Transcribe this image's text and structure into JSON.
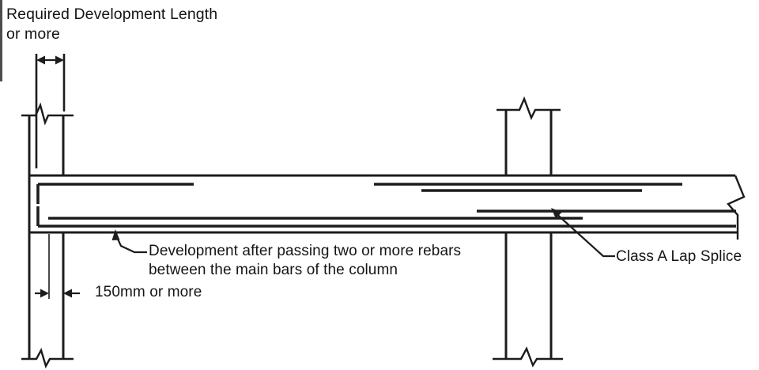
{
  "diagram": {
    "title_line1": "Required Development Length",
    "title_line2": "or more",
    "development_note_line1": "Development after passing two or more rebars",
    "development_note_line2": "between the main bars of the column",
    "bottom_dimension_label": "150mm or more",
    "lap_splice_label": "Class A Lap Splice"
  },
  "icons": {
    "break_symbol": "zigzag-break-line",
    "dimension_arrows": "double-headed-arrow",
    "leader_arrows": "leader-arrowhead"
  },
  "colors": {
    "ink": "#1c1c1c",
    "background": "#ffffff",
    "edge_artifact": "#4d4d4d"
  }
}
